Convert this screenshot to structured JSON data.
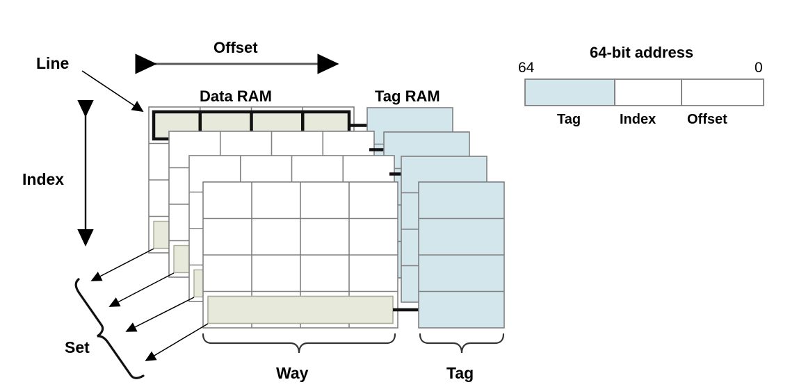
{
  "diagram": {
    "title_data_ram": "Data RAM",
    "title_tag_ram": "Tag RAM",
    "label_offset": "Offset",
    "label_index": "Index",
    "label_line": "Line",
    "label_set": "Set",
    "label_way": "Way",
    "label_tag": "Tag"
  },
  "address": {
    "title": "64-bit address",
    "msb": "64",
    "lsb": "0",
    "segments": [
      {
        "name": "Tag",
        "label": "Tag",
        "highlighted": true
      },
      {
        "name": "Index",
        "label": "Index",
        "highlighted": false
      },
      {
        "name": "Offset",
        "label": "Offset",
        "highlighted": false
      }
    ]
  },
  "cache": {
    "ways": 4,
    "data_ram_columns": 4,
    "data_ram_rows": 4,
    "tag_ram_rows": 4
  },
  "colors": {
    "highlight_green": "#E7EADA",
    "highlight_blue": "#D3E6EC",
    "cell_stroke": "#808080",
    "bold_stroke": "#111111",
    "text": "#000000"
  }
}
